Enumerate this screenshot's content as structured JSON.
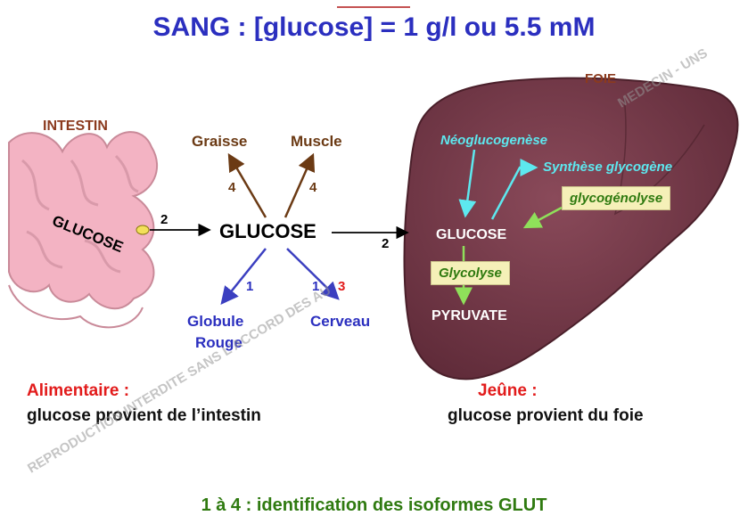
{
  "title": "SANG : [glucose] = 1 g/l ou 5.5 mM",
  "organs": {
    "intestine_label": "INTESTIN",
    "intestine_glucose": "GLUCOSE",
    "liver_label": "FOIE"
  },
  "center": {
    "glucose": "GLUCOSE",
    "targets": {
      "graisse": "Graisse",
      "muscle": "Muscle",
      "globule_line1": "Globule",
      "globule_line2": "Rouge",
      "cerveau": "Cerveau"
    },
    "numbers": {
      "graisse": "4",
      "muscle": "4",
      "globule": "1",
      "cerveau_a": "1",
      "cerveau_b": "3",
      "intestine_arrow": "2",
      "liver_arrow": "2"
    }
  },
  "liver": {
    "neoglucogenese": "Néoglucogenèse",
    "synthese": "Synthèse glycogène",
    "glycogenolyse": "glycogénolyse",
    "glucose": "GLUCOSE",
    "glycolyse": "Glycolyse",
    "pyruvate": "PYRUVATE"
  },
  "sources": {
    "alimentaire_title": "Alimentaire :",
    "alimentaire_text": "glucose provient de l’intestin",
    "jeune_title": "Jeûne :",
    "jeune_text": "glucose provient du foie"
  },
  "footer": "1 à 4 : identification des isoformes GLUT",
  "watermark": {
    "line1": "REPRODUCTION INTERDITE SANS L’ACCORD DES AU",
    "line2": "MEDECIN - UNS"
  },
  "colors": {
    "title": "#2b2fbf",
    "liver": "#7a3b4a",
    "intestine": "#f3b3c3",
    "brown_arrow": "#6b3a14",
    "blue_arrow": "#3b3fc0",
    "cyan": "#5de8ef",
    "green": "#2f7a10",
    "red": "#e21b1b"
  }
}
